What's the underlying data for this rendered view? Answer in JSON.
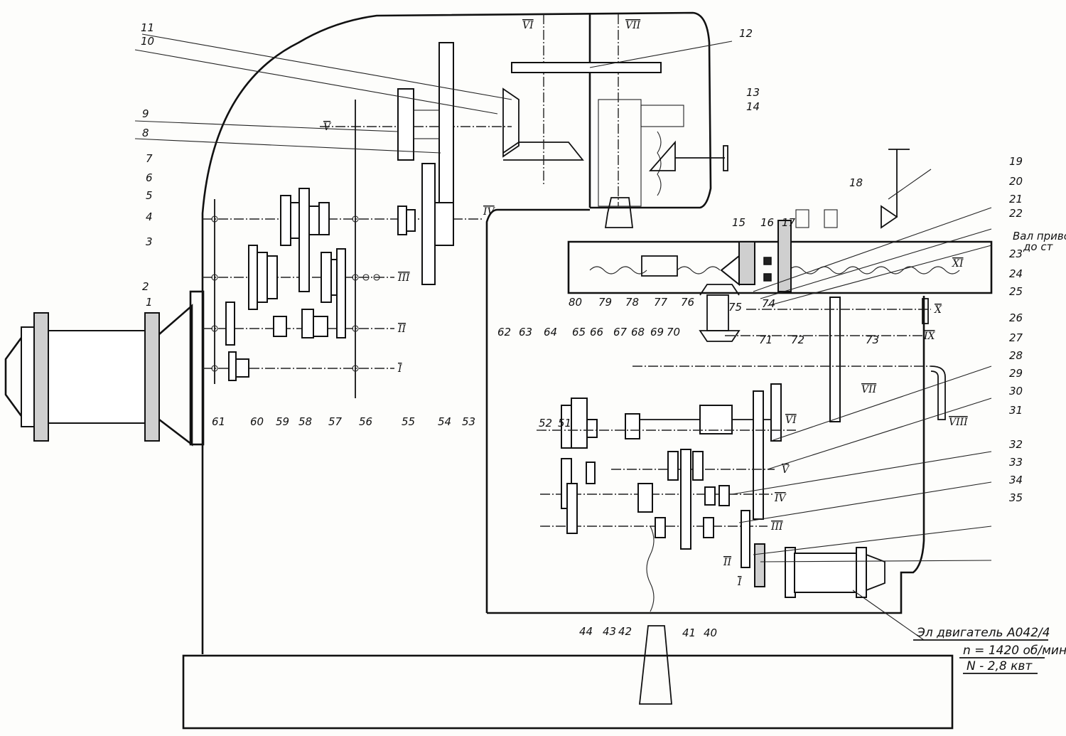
{
  "diagram": {
    "title": "",
    "type": "kinematic-scheme",
    "part_labels": [
      "1",
      "2",
      "3",
      "4",
      "5",
      "6",
      "7",
      "8",
      "9",
      "10",
      "11",
      "12",
      "13",
      "14",
      "15",
      "16",
      "17",
      "18",
      "19",
      "20",
      "21",
      "22",
      "23",
      "24",
      "25",
      "26",
      "27",
      "28",
      "29",
      "30",
      "31",
      "32",
      "33",
      "34",
      "35",
      "40",
      "41",
      "42",
      "43",
      "44",
      "51",
      "52",
      "53",
      "54",
      "55",
      "56",
      "57",
      "58",
      "59",
      "60",
      "61",
      "62",
      "63",
      "64",
      "65",
      "66",
      "67",
      "68",
      "69",
      "70",
      "71",
      "72",
      "73",
      "74",
      "75",
      "76",
      "77",
      "78",
      "79",
      "80"
    ],
    "shaft_labels_left": [
      "I",
      "II",
      "III",
      "IV",
      "V",
      "VI",
      "VII"
    ],
    "shaft_labels_right": [
      "I",
      "II",
      "III",
      "IV",
      "V",
      "VI",
      "VII",
      "VIII",
      "IX",
      "X",
      "XI"
    ],
    "annotation_feed_shaft": [
      "Вал приво",
      "до ст"
    ],
    "motor": {
      "line1": "Эл двигатель А042/4",
      "line2": "n = 1420 об/мин",
      "line3": "N - 2,8 квт"
    }
  }
}
